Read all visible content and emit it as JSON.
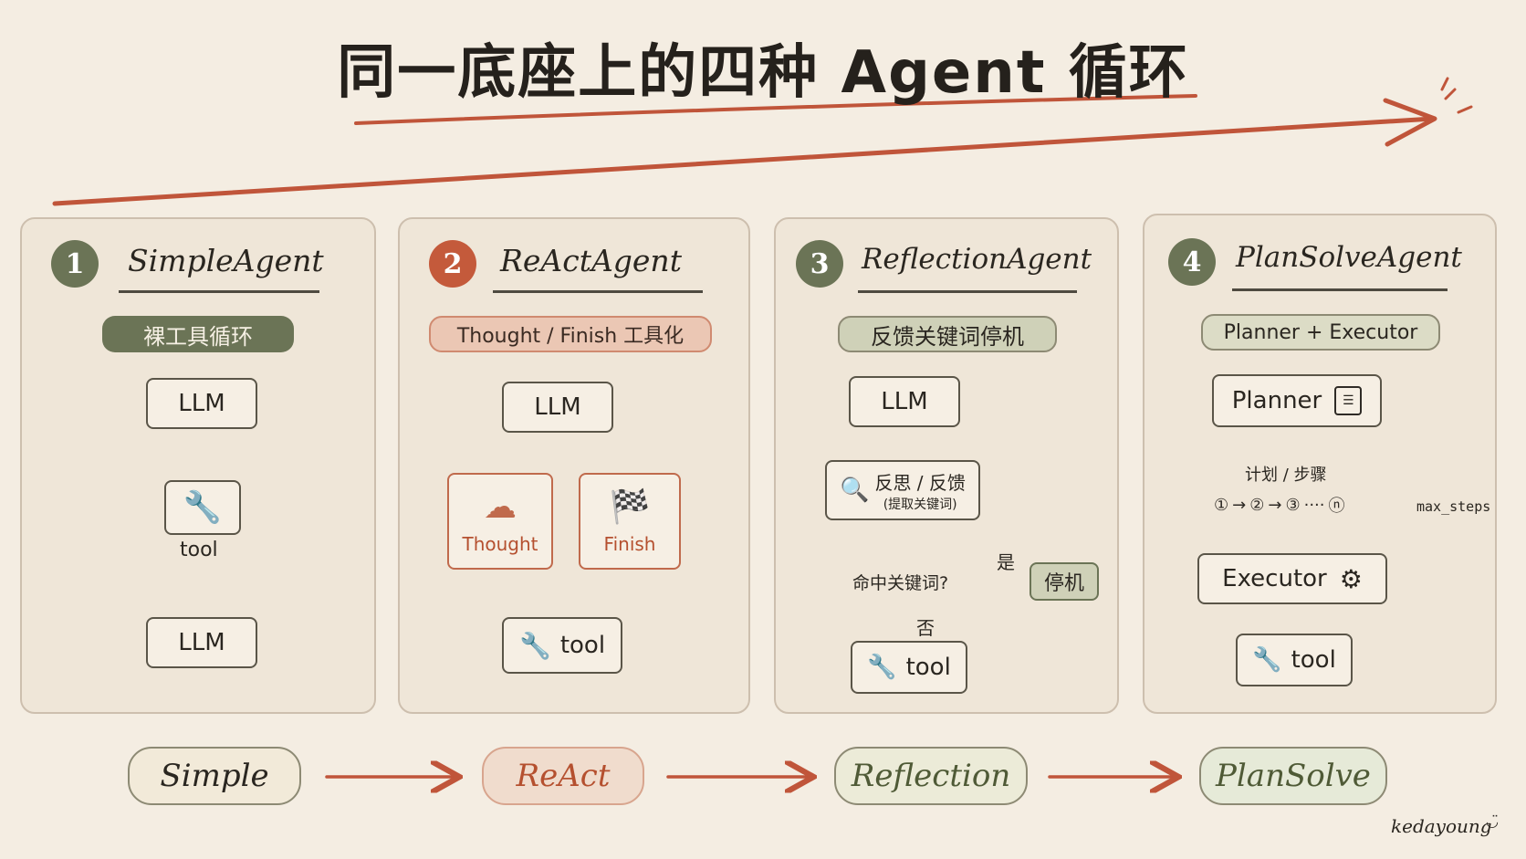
{
  "title": "同一底座上的四种 Agent 循环",
  "colors": {
    "green": "#6b7456",
    "rust": "#c45a3b",
    "bg": "#f4ede2",
    "panel": "#efe6d8",
    "arrow": "#c0553a"
  },
  "panels": [
    {
      "num": "1",
      "name": "SimpleAgent",
      "subtitle": "裸工具循环",
      "llm_top": "LLM",
      "tool": "tool",
      "llm_bottom": "LLM"
    },
    {
      "num": "2",
      "name": "ReActAgent",
      "subtitle": "Thought / Finish 工具化",
      "llm": "LLM",
      "thought": "Thought",
      "finish": "Finish",
      "tool": "tool"
    },
    {
      "num": "3",
      "name": "ReflectionAgent",
      "subtitle": "反馈关键词停机",
      "llm": "LLM",
      "reflect_1": "反思 / 反馈",
      "reflect_2": "(提取关键词)",
      "decision": "命中关键词?",
      "yes": "是",
      "no": "否",
      "stop": "停机",
      "tool": "tool"
    },
    {
      "num": "4",
      "name": "PlanSolveAgent",
      "subtitle": "Planner + Executor",
      "planner": "Planner",
      "plan_title": "计划 / 步骤",
      "plan_steps": [
        "①",
        "②",
        "③",
        "ⓝ"
      ],
      "plan_dots": "····",
      "executor": "Executor",
      "tool": "tool",
      "loop_label": "max_steps"
    }
  ],
  "bottom": [
    "Simple",
    "ReAct",
    "Reflection",
    "PlanSolve"
  ],
  "signature": "kedayoung"
}
